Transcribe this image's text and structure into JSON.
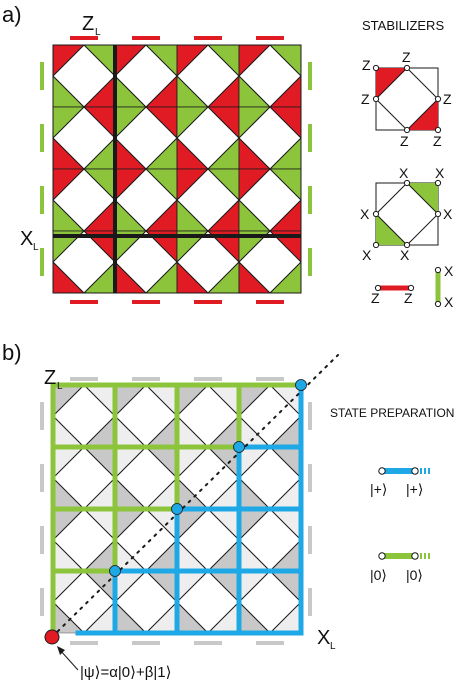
{
  "panel_a": {
    "label": "a)",
    "z_logical": "Z",
    "x_logical": "X",
    "subscript": "L",
    "stabilizers_title": "STABILIZERS",
    "plaquette_z_labels": [
      "Z",
      "Z",
      "Z",
      "Z",
      "Z",
      "Z"
    ],
    "plaquette_x_labels": [
      "X",
      "X",
      "X",
      "X",
      "X",
      "X"
    ],
    "legend_red_left": "Z",
    "legend_red_right": "Z",
    "legend_green_top": "X",
    "legend_green_bottom": "X"
  },
  "panel_b": {
    "label": "b)",
    "z_logical": "Z",
    "x_logical": "X",
    "subscript": "L",
    "title": "STATE PREPARATION",
    "plus_left": "|+⟩",
    "plus_right": "|+⟩",
    "zero_left": "|0⟩",
    "zero_right": "|0⟩",
    "psi_formula": "|ψ⟩=α|0⟩+β|1⟩"
  },
  "colors": {
    "red": "#e01b24",
    "green": "#8cc43c",
    "blue": "#1ea8e6",
    "gray": "#c8c8c8",
    "dark": "#1a1a1a"
  }
}
